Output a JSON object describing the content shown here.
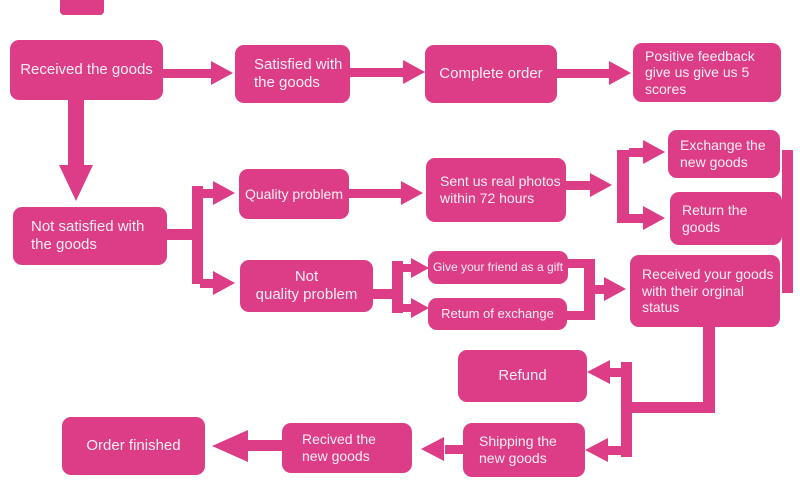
{
  "flowchart": {
    "colors": {
      "node": "#dc3d86",
      "text": "#fdeef5",
      "background": "#ffffff"
    },
    "nodes": {
      "received_goods": {
        "label": "Received the goods"
      },
      "satisfied": {
        "label": "Satisfied with\nthe goods"
      },
      "complete_order": {
        "label": "Complete order"
      },
      "positive_feedback": {
        "label": "Positive feedback\ngive us give us 5\nscores"
      },
      "not_satisfied": {
        "label": "Not satisfied with\nthe goods"
      },
      "quality_problem": {
        "label": "Quality problem"
      },
      "sent_photos": {
        "label": "Sent us real photos\nwithin 72 hours"
      },
      "exchange_new": {
        "label": "Exchange the\nnew goods"
      },
      "return_goods": {
        "label": "Return the\ngoods"
      },
      "not_quality": {
        "label": "Not\nquality problem"
      },
      "gift": {
        "label": "Give your friend as a gift"
      },
      "retum_exchange": {
        "label": "Retum of exchange"
      },
      "received_original": {
        "label": "Received your goods\nwith their orginal\nstatus"
      },
      "refund": {
        "label": "Refund"
      },
      "shipping_new": {
        "label": "Shipping the\nnew goods"
      },
      "recived_new": {
        "label": "Recived the\nnew goods"
      },
      "order_finished": {
        "label": "Order finished"
      }
    }
  }
}
